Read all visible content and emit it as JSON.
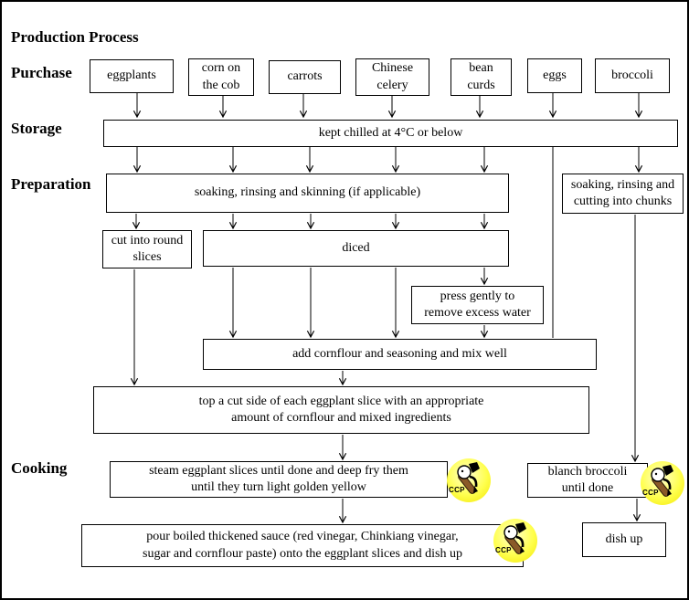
{
  "title": "Production Process",
  "stages": {
    "purchase": "Purchase",
    "storage": "Storage",
    "preparation": "Preparation",
    "cooking": "Cooking"
  },
  "purchase_items": [
    {
      "label": "eggplants"
    },
    {
      "label": "corn on\nthe cob"
    },
    {
      "label": "carrots"
    },
    {
      "label": "Chinese\ncelery"
    },
    {
      "label": "bean\ncurds"
    },
    {
      "label": "eggs"
    },
    {
      "label": "broccoli"
    }
  ],
  "boxes": {
    "storage": "kept chilled at 4°C or below",
    "soak_skin": "soaking, rinsing and skinning (if applicable)",
    "soak_chunks": "soaking, rinsing and\ncutting into chunks",
    "cut_round": "cut into round\nslices",
    "diced": "diced",
    "press": "press gently to\nremove excess water",
    "cornflour": "add cornflour and seasoning and mix well",
    "top_cut": "top a cut side of each eggplant slice with an appropriate\namount of cornflour and mixed ingredients",
    "steam": "steam eggplant slices until done and deep fry them\nuntil they turn light golden yellow",
    "blanch": "blanch broccoli\nuntil done",
    "pour": "pour boiled thickened sauce (red vinegar, Chinkiang vinegar,\nsugar and cornflour paste) onto the eggplant slices and dish up",
    "dish_up": "dish up"
  },
  "ccp": {
    "label": "CCP"
  },
  "colors": {
    "ccp_yellow": "#f7ef00",
    "chef_brown": "#8a5a28",
    "line_black": "#000000"
  }
}
